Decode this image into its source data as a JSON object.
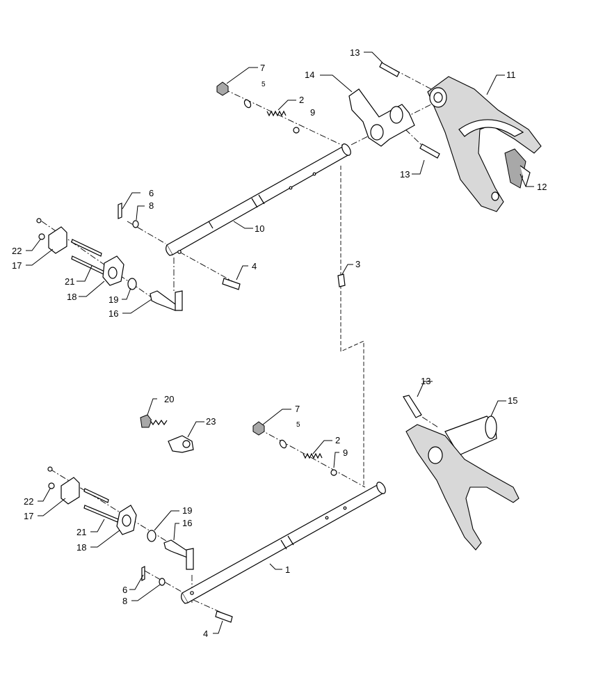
{
  "callouts": {
    "upper": {
      "c13a": "13",
      "c7": "7",
      "c5": "5",
      "c14": "14",
      "c11": "11",
      "c2": "2",
      "c9": "9",
      "c13b": "13",
      "c12": "12",
      "c6": "6",
      "c8": "8",
      "c10": "10",
      "c22": "22",
      "c17": "17",
      "c4": "4",
      "c3": "3",
      "c21": "21",
      "c18": "18",
      "c19": "19",
      "c16": "16"
    },
    "lower": {
      "c13": "13",
      "c20": "20",
      "c15": "15",
      "c7": "7",
      "c23": "23",
      "c5": "5",
      "c2": "2",
      "c9": "9",
      "c22": "22",
      "c17": "17",
      "c19": "19",
      "c16": "16",
      "c21": "21",
      "c18": "18",
      "c1": "1",
      "c6": "6",
      "c8": "8",
      "c4": "4"
    }
  },
  "icons": {
    "shaft": "shift-rail-shaft",
    "fork": "shift-fork",
    "bolt": "bolt",
    "spring": "spring",
    "ball": "detent-ball",
    "pin": "roll-pin"
  }
}
